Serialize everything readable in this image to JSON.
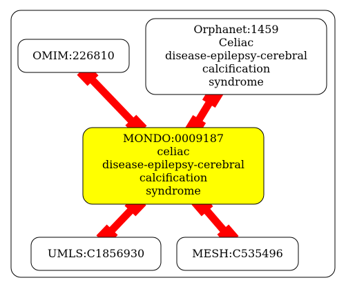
{
  "colors": {
    "background": "#ffffff",
    "stroke": "#000000",
    "edge": "#ff0000",
    "highlight_fill": "#ffff00",
    "default_fill": "#ffffff"
  },
  "nodes": {
    "omim": {
      "lines": [
        "OMIM:226810"
      ],
      "highlighted": false
    },
    "orphanet": {
      "lines": [
        "Orphanet:1459",
        "Celiac",
        "disease-epilepsy-cerebral",
        "calcification",
        "syndrome"
      ],
      "highlighted": false
    },
    "mondo": {
      "lines": [
        "MONDO:0009187",
        "celiac",
        "disease-epilepsy-cerebral",
        "calcification",
        "syndrome"
      ],
      "highlighted": true
    },
    "umls": {
      "lines": [
        "UMLS:C1856930"
      ],
      "highlighted": false
    },
    "mesh": {
      "lines": [
        "MESH:C535496"
      ],
      "highlighted": false
    }
  },
  "edges": [
    {
      "from": "omim",
      "to": "mondo"
    },
    {
      "from": "orphanet",
      "to": "mondo"
    },
    {
      "from": "mondo",
      "to": "umls"
    },
    {
      "from": "mondo",
      "to": "mesh"
    }
  ]
}
